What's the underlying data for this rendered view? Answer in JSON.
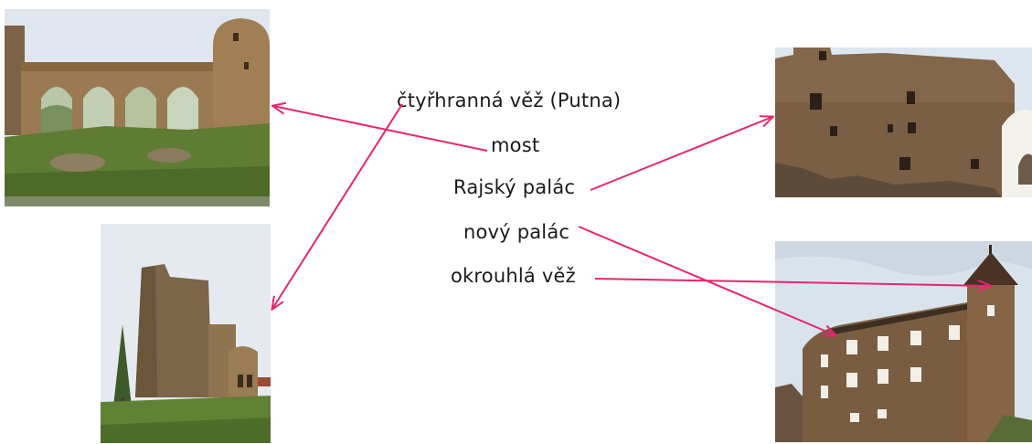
{
  "labels": {
    "tower_square": "čtyřhranná věž (Putna)",
    "bridge": "most",
    "rajsky": "Rajský palác",
    "new_palace": "nový palác",
    "round_tower": "okrouhlá věž"
  },
  "photos": {
    "bridge_arches": "photo of stone arched bridge and round tower",
    "square_tower": "photo of tall square stone tower",
    "palace_wall": "photo of ruined stone palace wall with windows",
    "castle_palace": "photo of palace building with round tower"
  },
  "colors": {
    "arrow": "#e5266e",
    "sky": "#dfe7ef",
    "stone": "#8a6a45",
    "grass": "#5d7a32"
  }
}
